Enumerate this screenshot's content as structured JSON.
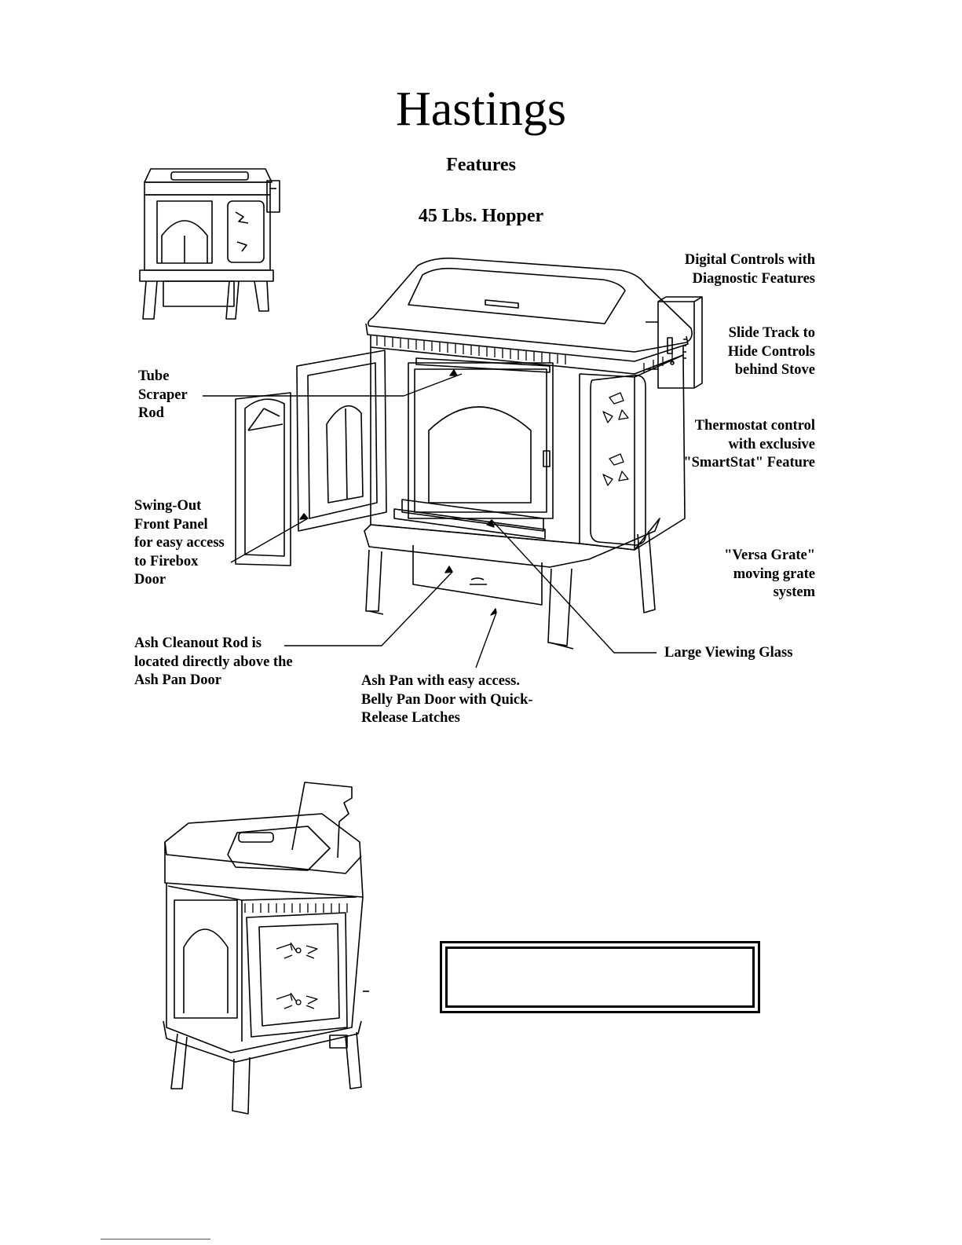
{
  "header": {
    "title": "Hastings",
    "subtitle": "Features",
    "capacity": "45 Lbs. Hopper"
  },
  "callouts": {
    "digital_controls": "Digital Controls with\nDiagnostic Features",
    "slide_track": "Slide Track to\nHide Controls\nbehind Stove",
    "thermostat": "Thermostat control\nwith exclusive\n\"SmartStat\" Feature",
    "versa_grate": "\"Versa Grate\"\nmoving grate\nsystem",
    "viewing_glass": "Large Viewing Glass",
    "tube_scraper": "Tube\nScraper\nRod",
    "swing_out": "Swing-Out\nFront Panel\nfor easy access\nto Firebox\nDoor",
    "ash_cleanout": "Ash Cleanout Rod is\nlocated directly above the\nAsh Pan Door",
    "ash_pan": "Ash Pan with easy access.\nBelly Pan Door with Quick-\nRelease Latches"
  },
  "colors": {
    "ink": "#000000",
    "footer_link": "#3050d0"
  }
}
